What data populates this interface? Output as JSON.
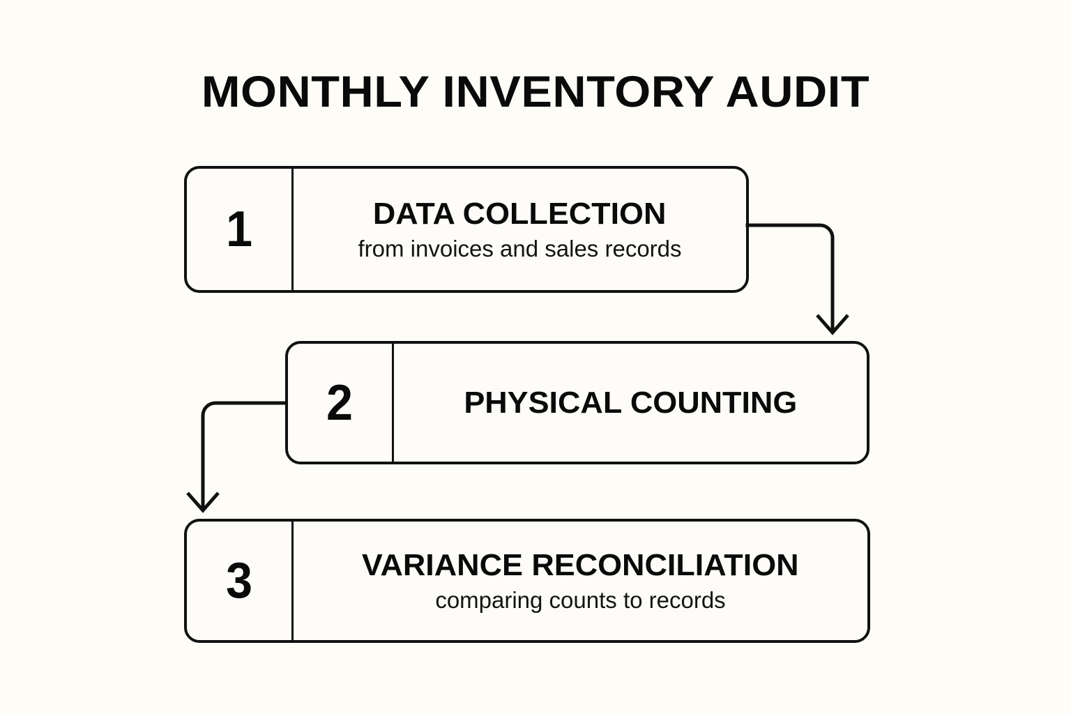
{
  "page": {
    "title": "MONTHLY INVENTORY AUDIT",
    "background_color": "#fdfcf7",
    "ink_color": "#111111"
  },
  "steps": [
    {
      "number": "1",
      "title": "DATA COLLECTION",
      "subtitle": "from invoices and sales records"
    },
    {
      "number": "2",
      "title": "PHYSICAL COUNTING",
      "subtitle": ""
    },
    {
      "number": "3",
      "title": "VARIANCE RECONCILIATION",
      "subtitle": "comparing counts to records"
    }
  ],
  "connectors": [
    {
      "name": "connector-step1-to-step2",
      "from": "step-1",
      "to": "step-2",
      "direction": "right-then-down"
    },
    {
      "name": "connector-step2-to-step3",
      "from": "step-2",
      "to": "step-3",
      "direction": "left-then-down"
    }
  ]
}
